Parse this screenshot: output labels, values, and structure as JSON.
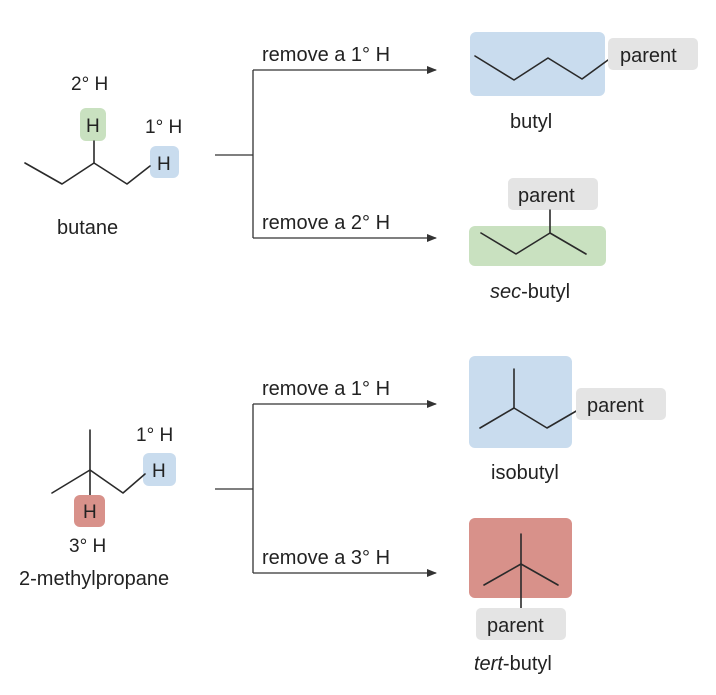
{
  "colors": {
    "primary_blue": "#c9dcee",
    "secondary_green": "#c9e1c0",
    "tertiary_red": "#d8918a",
    "parent_gray": "#e4e4e4"
  },
  "hydrogen_symbol": "H",
  "butane_section": {
    "molecule_name": "butane",
    "secondary_h_label": "2° H",
    "primary_h_label": "1° H",
    "branches": [
      {
        "reaction_label": "remove a 1° H",
        "product_prefix": "",
        "product_name": "butyl",
        "parent_label": "parent"
      },
      {
        "reaction_label": "remove a 2° H",
        "product_prefix": "sec",
        "product_name": "-butyl",
        "parent_label": "parent"
      }
    ]
  },
  "methylpropane_section": {
    "molecule_name": "2-methylpropane",
    "primary_h_label": "1° H",
    "tertiary_h_label": "3° H",
    "branches": [
      {
        "reaction_label": "remove a 1° H",
        "product_prefix": "",
        "product_name": "isobutyl",
        "parent_label": "parent"
      },
      {
        "reaction_label": "remove a 3° H",
        "product_prefix": "tert",
        "product_name": "-butyl",
        "parent_label": "parent"
      }
    ]
  }
}
